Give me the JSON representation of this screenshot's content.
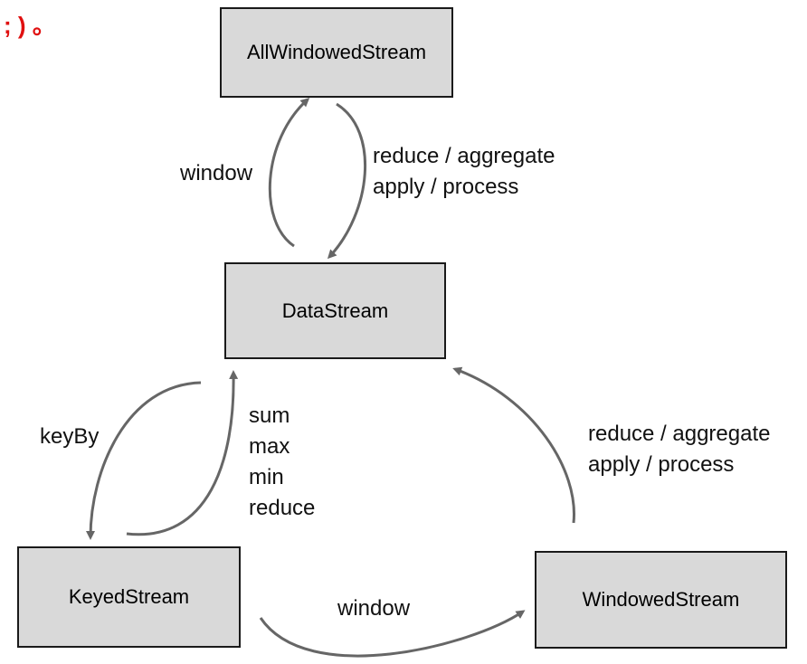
{
  "header_fragment": "; )  。",
  "nodes": {
    "all_windowed": "AllWindowedStream",
    "datastream": "DataStream",
    "keyed": "KeyedStream",
    "windowed": "WindowedStream"
  },
  "edges": {
    "data_to_all_window": "window",
    "all_to_data": [
      "reduce / aggregate",
      "apply / process"
    ],
    "data_to_keyed": "keyBy",
    "keyed_to_data": [
      "sum",
      "max",
      "min",
      "reduce"
    ],
    "keyed_to_windowed": "window",
    "windowed_to_data": [
      "reduce / aggregate",
      "apply / process"
    ]
  },
  "colors": {
    "box_fill": "#d9d9d9",
    "arrow": "#666666",
    "fragment": "#e01010"
  }
}
